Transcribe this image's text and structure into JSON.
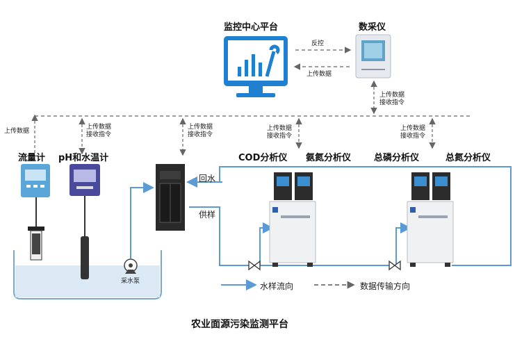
{
  "platform": {
    "title": "监控中心平台"
  },
  "collector": {
    "title": "数采仪"
  },
  "links": {
    "feedback": "反控",
    "upload": "上传数据",
    "upload_receive": "上传数据\n接收指令"
  },
  "instruments": {
    "flowmeter": "流量计",
    "ph_meter": "pH和水温计",
    "cod": "COD分析仪",
    "ammonia": "氨氮分析仪",
    "phosphorus": "总磷分析仪",
    "nitrogen": "总氮分析仪"
  },
  "pipes": {
    "return": "回水",
    "supply": "供样",
    "pump": "采水泵"
  },
  "legend": {
    "water_flow": "水样流向",
    "data_flow": "数据传输方向"
  },
  "caption": "农业面源污染监测平台",
  "colors": {
    "water": "#5b9bd5",
    "monitor": "#1f7fd0",
    "pool": "#dbe9f5"
  }
}
